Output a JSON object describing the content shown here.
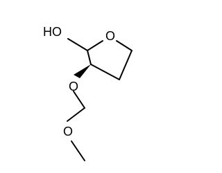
{
  "molecule": {
    "atoms": {
      "hydroxyl": "HO",
      "ring_oxygen": "O",
      "ether_oxygen": "O",
      "methoxy_oxygen": "O"
    },
    "colors": {
      "bond": "#000000",
      "label": "#000000",
      "background": "#ffffff"
    }
  }
}
